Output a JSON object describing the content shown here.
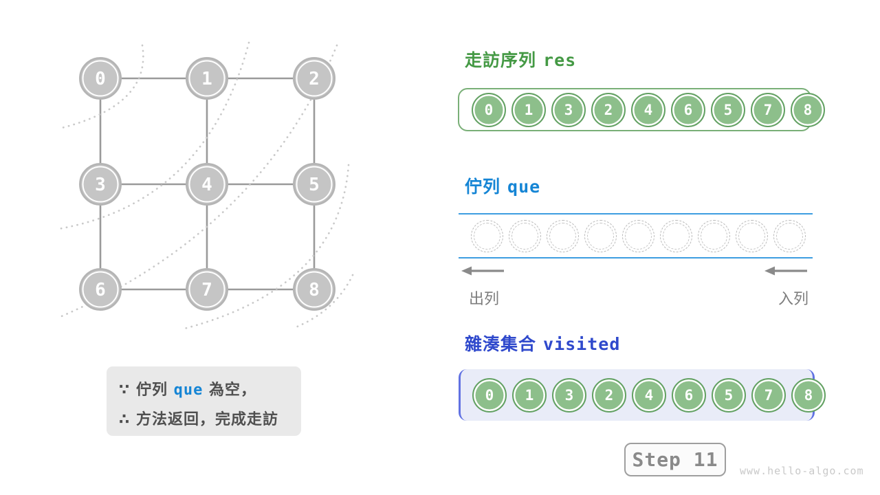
{
  "panels": {
    "res": {
      "title_cjk": "走訪序列",
      "title_code": "res",
      "values": [
        "0",
        "1",
        "3",
        "2",
        "4",
        "6",
        "5",
        "7",
        "8"
      ]
    },
    "queue": {
      "title_cjk": "佇列",
      "title_code": "que",
      "slot_count": 9,
      "dequeue_label": "出列",
      "enqueue_label": "入列"
    },
    "visited": {
      "title_cjk": "雜湊集合",
      "title_code": "visited",
      "values": [
        "0",
        "1",
        "3",
        "2",
        "4",
        "6",
        "5",
        "7",
        "8"
      ]
    }
  },
  "graph": {
    "nodes": [
      {
        "label": "0"
      },
      {
        "label": "1"
      },
      {
        "label": "2"
      },
      {
        "label": "3"
      },
      {
        "label": "4"
      },
      {
        "label": "5"
      },
      {
        "label": "6"
      },
      {
        "label": "7"
      },
      {
        "label": "8"
      }
    ],
    "edges": [
      [
        0,
        1
      ],
      [
        1,
        2
      ],
      [
        3,
        4
      ],
      [
        4,
        5
      ],
      [
        6,
        7
      ],
      [
        7,
        8
      ],
      [
        0,
        3
      ],
      [
        3,
        6
      ],
      [
        1,
        4
      ],
      [
        4,
        7
      ],
      [
        2,
        5
      ],
      [
        5,
        8
      ]
    ],
    "bfs_level_separators": 5
  },
  "note": {
    "line1_prefix": "∵ 佇列 ",
    "line1_code": "que",
    "line1_suffix": " 為空，",
    "line2": "∴ 方法返回，完成走訪"
  },
  "step": {
    "label": "Step 11"
  },
  "watermark": "www.hello-algo.com",
  "colors": {
    "heading_green": "#449944",
    "heading_blue": "#1585d5",
    "heading_indigo": "#2f49cc",
    "token_green_fill": "#8dbf8b",
    "token_green_border": "#63a163",
    "res_box_border": "#79af77",
    "queue_line_blue": "#3d9de0",
    "visited_box_fill": "#e9ecf8",
    "visited_box_border": "#6172e2",
    "node_gray_fill": "#c5c5c5",
    "edge_gray": "#9a9a9a",
    "note_box_fill": "#e9e9e9"
  }
}
